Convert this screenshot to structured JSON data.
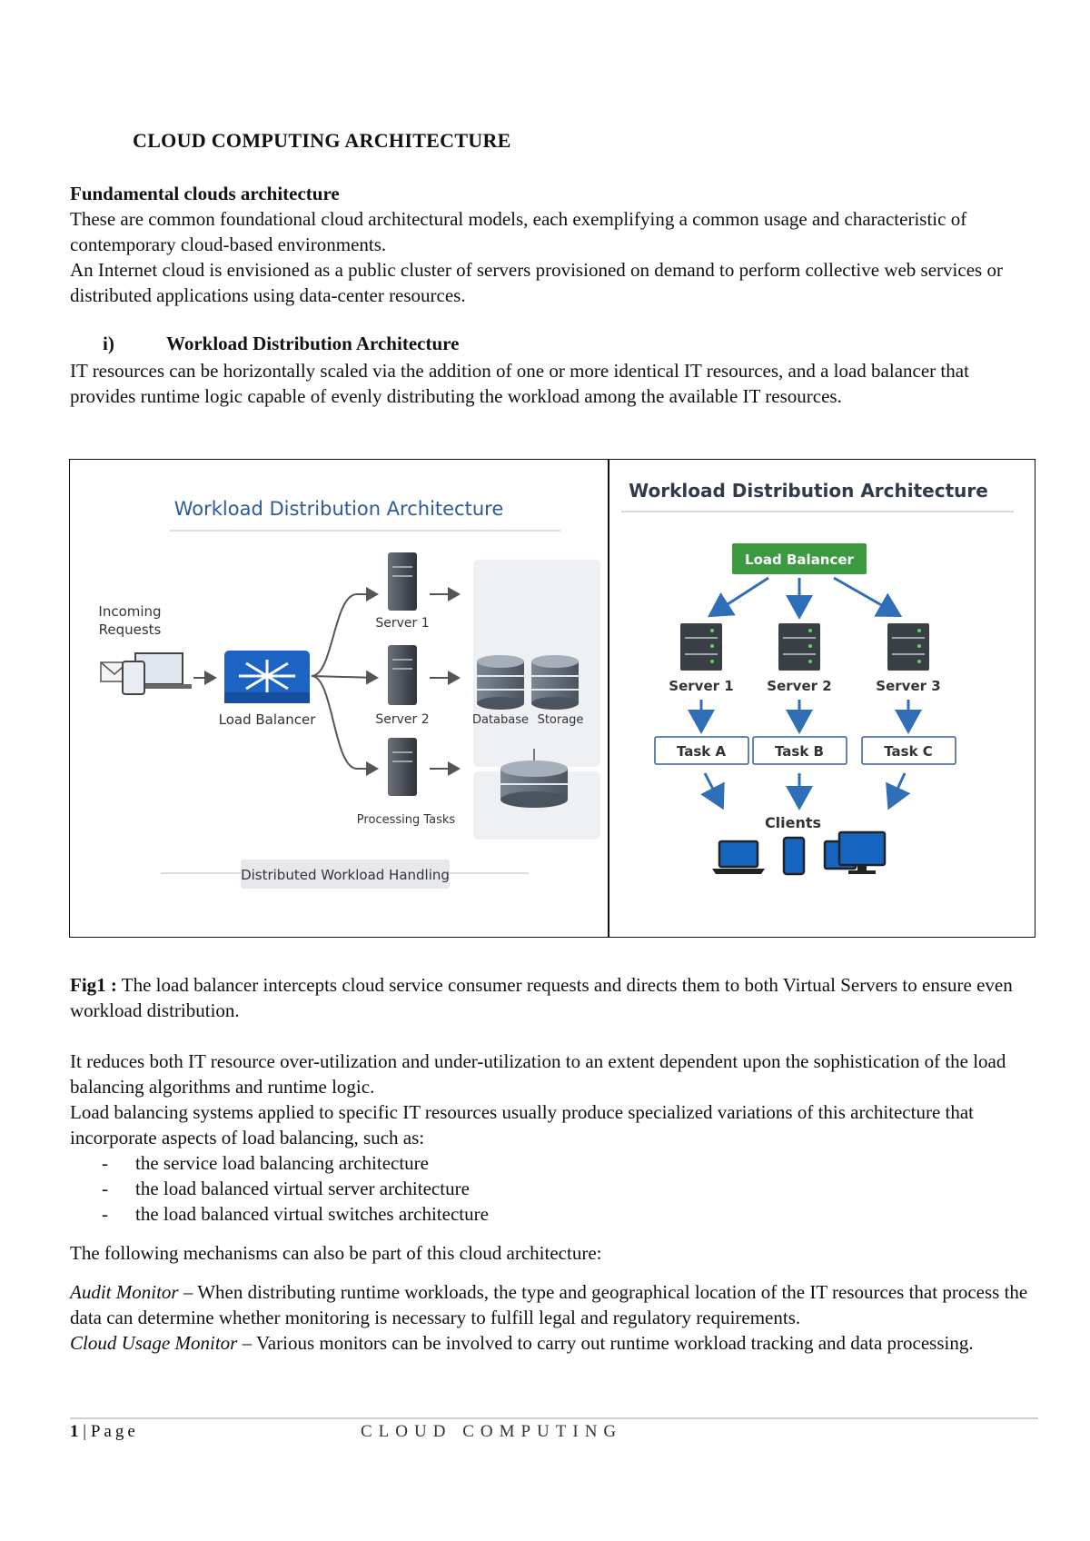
{
  "document": {
    "title": "CLOUD COMPUTING ARCHITECTURE",
    "section_heading": "Fundamental clouds architecture",
    "intro_p1": "These are common foundational cloud architectural models, each exemplifying a common usage and characteristic of contemporary cloud-based environments.",
    "intro_p2": "An Internet cloud is envisioned as a public cluster of servers provisioned on demand to perform collective web services or distributed applications using data-center resources.",
    "sub_number": "i)",
    "sub_heading": "Workload Distribution Architecture",
    "sub_p1": "IT resources can be horizontally scaled via the addition of one or more identical IT resources, and a load balancer that provides runtime logic capable of evenly distributing the workload among the available IT resources.",
    "caption_label": "Fig1 :",
    "caption_text": " The load balancer intercepts cloud service consumer requests and directs them to both Virtual Servers to ensure even workload distribution.",
    "para_reduces": "It reduces both IT resource over-utilization and under-utilization to an extent dependent upon the sophistication of the load balancing algorithms and runtime logic.",
    "para_systems": "Load balancing systems applied to specific IT resources usually produce specialized variations of this architecture that incorporate aspects of load balancing, such as:",
    "bullet_marker": "-",
    "bullets": [
      "the service load balancing architecture",
      "the load balanced virtual server architecture",
      "the load balanced virtual switches architecture"
    ],
    "mechanisms_intro": "The following mechanisms can also be part of this cloud architecture:",
    "audit_term": "Audit Monitor",
    "audit_text": " – When distributing runtime workloads, the type and geographical location of the IT resources that process the data can determine whether monitoring is necessary to fulfill legal and regulatory requirements.",
    "usage_term": "Cloud Usage Monitor",
    "usage_text": " – Various monitors can be involved to carry out runtime workload tracking and data processing."
  },
  "figure_left": {
    "title": "Workload Distribution Architecture",
    "incoming_line1": "Incoming",
    "incoming_line2": "Requests",
    "load_balancer": "Load Balancer",
    "server1": "Server 1",
    "server2": "Server 2",
    "processing": "Processing Tasks",
    "database": "Database",
    "storage": "Storage",
    "footer_label": "Distributed Workload Handling"
  },
  "figure_right": {
    "title": "Workload Distribution Architecture",
    "load_balancer": "Load Balancer",
    "servers": [
      "Server 1",
      "Server 2",
      "Server 3"
    ],
    "tasks": [
      "Task A",
      "Task B",
      "Task C"
    ],
    "clients": "Clients"
  },
  "footer": {
    "page_number": "1",
    "separator": " | ",
    "page_word": "Page",
    "running_header": "CLOUD COMPUTING"
  },
  "colors": {
    "left_title": "#2a5b9a",
    "arrow_blue": "#2f6fb8",
    "load_balancer_green": "#3b9a3f",
    "server_dark": "#3a3f46",
    "device_blue": "#1565c0"
  }
}
